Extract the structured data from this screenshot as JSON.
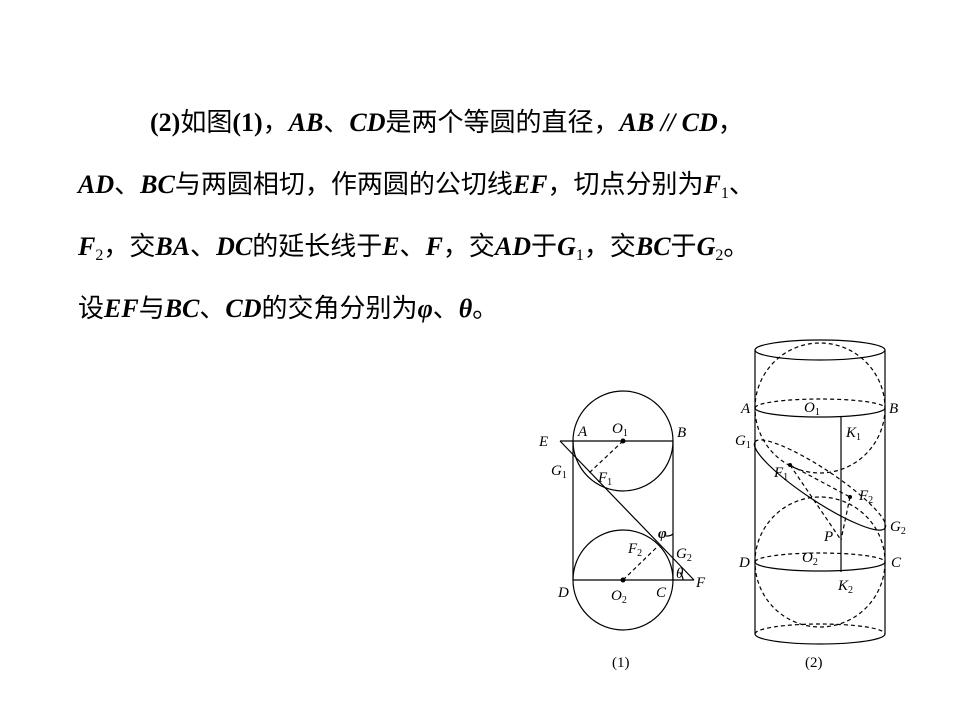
{
  "problem": {
    "line1": [
      "(2)",
      "如图",
      "(1)",
      "，",
      "AB",
      "、",
      "CD",
      "是两个等圆的直径，",
      "AB // CD",
      "，"
    ],
    "line2": [
      "AD",
      "、",
      "BC",
      "与两圆相切，作两圆的公切线",
      "EF",
      "，切点分别为",
      "F",
      "1",
      "、"
    ],
    "line3": [
      "F",
      "2",
      "，交",
      "BA",
      "、",
      "DC",
      "的延长线于",
      "E",
      "、",
      "F",
      "，交",
      "AD",
      "于",
      "G",
      "1",
      "，交",
      "BC",
      "于",
      "G",
      "2",
      "。"
    ],
    "line4": [
      "设",
      "EF",
      "与",
      "BC",
      "、",
      "CD",
      "的交角分别为",
      "φ",
      "、",
      "θ",
      "。"
    ]
  },
  "figure1": {
    "caption": "(1)",
    "labels": {
      "E": "E",
      "A": "A",
      "O1": "O",
      "O1_sub": "1",
      "B": "B",
      "G1": "G",
      "G1_sub": "1",
      "F1": "F",
      "F1_sub": "1",
      "phi": "φ",
      "F2": "F",
      "F2_sub": "2",
      "G2": "G",
      "G2_sub": "2",
      "theta": "θ",
      "F": "F",
      "D": "D",
      "O2": "O",
      "O2_sub": "2",
      "C": "C"
    }
  },
  "figure2": {
    "caption": "(2)",
    "labels": {
      "A": "A",
      "O1": "O",
      "O1_sub": "1",
      "B": "B",
      "K1": "K",
      "K1_sub": "1",
      "G1": "G",
      "G1_sub": "1",
      "F1": "F",
      "F1_sub": "1",
      "F2": "F",
      "F2_sub": "2",
      "G2": "G",
      "G2_sub": "2",
      "P": "P",
      "D": "D",
      "O2": "O",
      "O2_sub": "2",
      "C": "C",
      "K2": "K",
      "K2_sub": "2"
    }
  }
}
